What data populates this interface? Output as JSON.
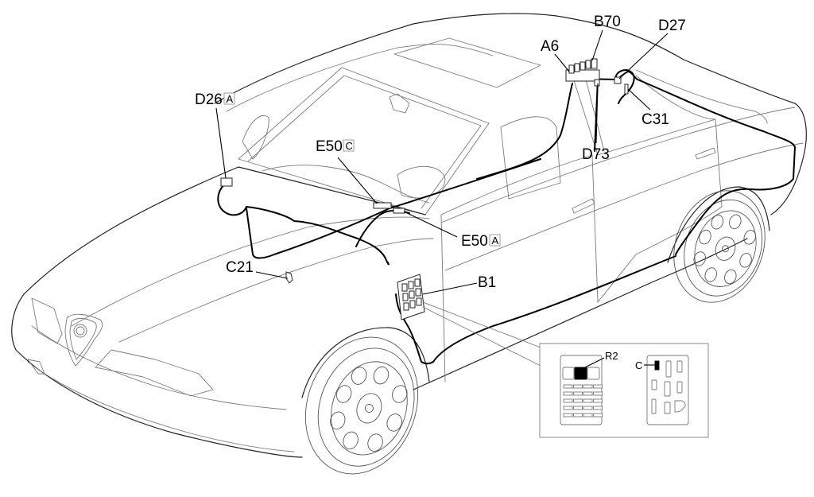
{
  "diagram": {
    "type": "vehicle-wiring-harness-location",
    "subject": "sedan car, three-quarter front view",
    "colors": {
      "background": "#ffffff",
      "body_outline": "#7a7a7a",
      "harness": "#000000",
      "label_text": "#000000",
      "highlight_fuse": "#000000"
    },
    "components": [
      {
        "id": "D26",
        "variant": "A",
        "location": "engine bay, left front"
      },
      {
        "id": "E50",
        "variant": "C",
        "location": "dashboard center"
      },
      {
        "id": "E50",
        "variant": "A",
        "location": "dashboard center"
      },
      {
        "id": "C21",
        "variant": "",
        "location": "engine bay"
      },
      {
        "id": "A6",
        "variant": "",
        "location": "roof, B-pillar"
      },
      {
        "id": "B70",
        "variant": "",
        "location": "roof, B-pillar"
      },
      {
        "id": "D27",
        "variant": "",
        "location": "roof rear"
      },
      {
        "id": "D73",
        "variant": "",
        "location": "B-pillar"
      },
      {
        "id": "C31",
        "variant": "",
        "location": "rear roof pillar"
      },
      {
        "id": "B1",
        "variant": "",
        "location": "fuse box, left kick panel"
      }
    ],
    "labels": {
      "d26": "D26",
      "d26_box": "A",
      "e50c": "E50",
      "e50c_box": "C",
      "e50a": "E50",
      "e50a_box": "A",
      "c21": "C21",
      "a6": "A6",
      "b70": "B70",
      "d27": "D27",
      "d73": "D73",
      "c31": "C31",
      "b1": "B1"
    },
    "inset": {
      "description": "fuse box detail for B1",
      "left_panel": {
        "label": "R2",
        "highlighted_slot": "R2 (center of top row of 3 relays)",
        "top_row_slots": 3,
        "fuse_rows": 5,
        "fuse_cols": 4
      },
      "right_panel": {
        "label": "C",
        "highlighted_slot": "C (top-left connector)"
      }
    }
  }
}
